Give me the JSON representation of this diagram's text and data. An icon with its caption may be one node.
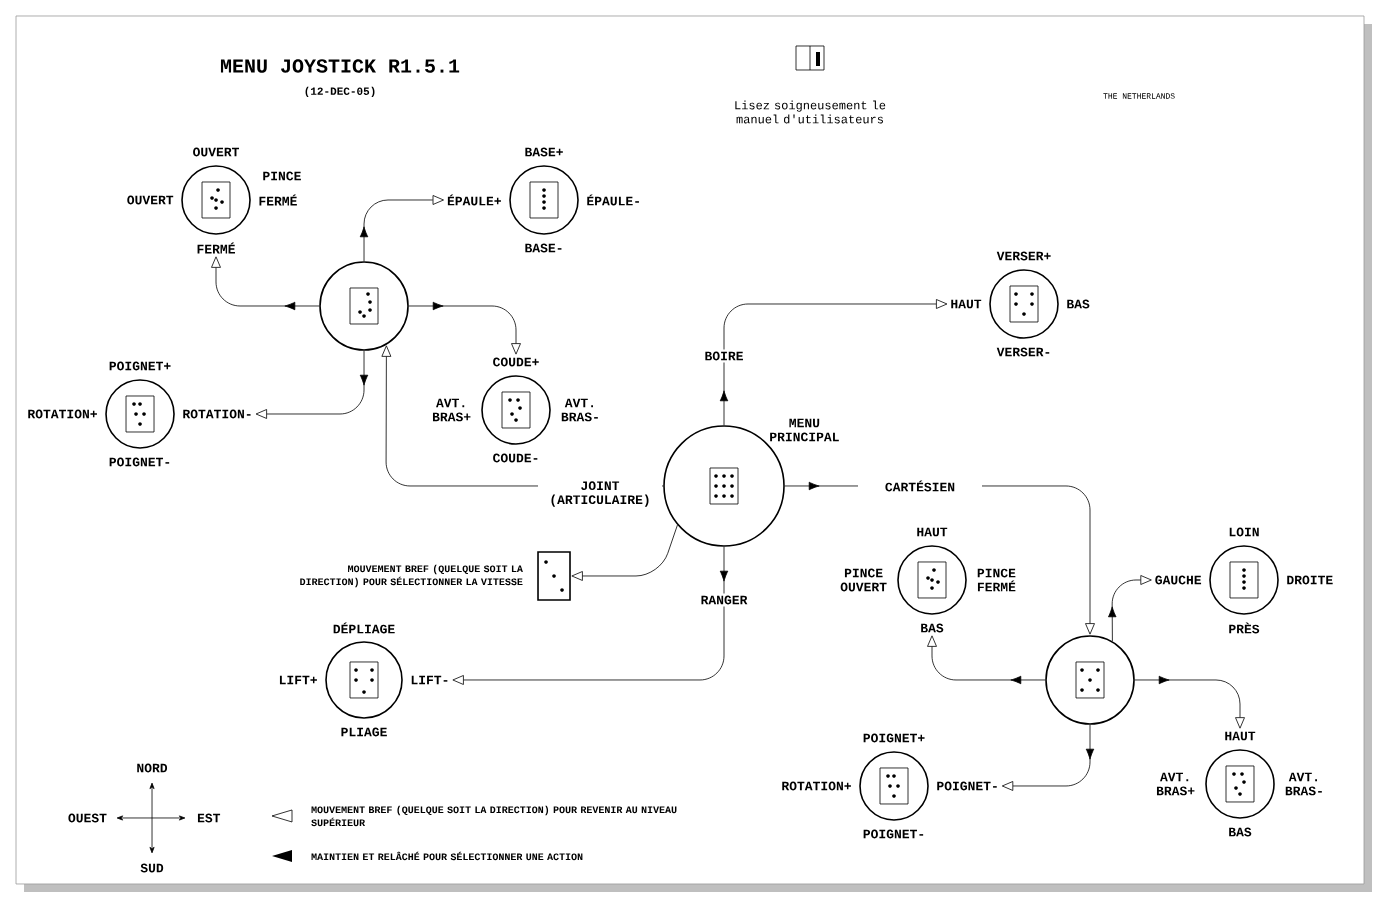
{
  "diagram": {
    "title": "MENU JOYSTICK R1.5.1",
    "nodes": [
      {
        "text": [
          "MENU PRINCIPAL"
        ]
      },
      {
        "text": [],
        "shape": "circle"
      },
      {
        "text": [
          "OUVERT",
          "PINCE",
          "OUVERT",
          "FERMÉ",
          "FERMÉ"
        ]
      },
      {
        "text": [
          "BASE+",
          "ÉPAULE+",
          "ÉPAULE-",
          "BASE-"
        ]
      },
      {
        "text": [
          "POIGNET+",
          "ROTATION+",
          "ROTATION-",
          "POIGNET-"
        ]
      },
      {
        "text": [
          "COUDE+",
          "AVT. BRAS+",
          "AVT. BRAS-",
          "COUDE-"
        ]
      },
      {
        "text": [
          "VERSER+",
          "HAUT",
          "BAS",
          "VERSER-"
        ]
      },
      {
        "text": [],
        "shape": "box",
        "beside": [
          "MOUVEMENT BREF (QUELQUE SOIT LA DIRECTION) POUR SÉLECTIONNER LA VITESSE"
        ]
      },
      {
        "text": [
          "DÉPLIAGE",
          "LIFT+",
          "LIFT-",
          "PLIAGE"
        ]
      },
      {
        "text": [],
        "shape": "circle"
      },
      {
        "text": [
          "HAUT",
          "PINCE OUVERT",
          "PINCE FERMÉ",
          "BAS"
        ]
      },
      {
        "text": [
          "LOIN",
          "GAUCHE",
          "DROITE",
          "PRÈS"
        ]
      },
      {
        "text": [
          "POIGNET+",
          "ROTATION+",
          "POIGNET-",
          "POIGNET-"
        ]
      },
      {
        "text": [
          "HAUT",
          "AVT. BRAS+",
          "AVT. BRAS-",
          "BAS"
        ]
      }
    ],
    "edges": [
      {
        "from": 0,
        "to": 1,
        "arrow": "to",
        "label": "JOINT (ARTICULAIRE)"
      },
      {
        "from": 1,
        "to": 2,
        "arrow": "to"
      },
      {
        "from": 1,
        "to": 3,
        "arrow": "to"
      },
      {
        "from": 1,
        "to": 4,
        "arrow": "to"
      },
      {
        "from": 1,
        "to": 5,
        "arrow": "to"
      },
      {
        "from": 0,
        "to": 6,
        "arrow": "to",
        "label": "BOIRE"
      },
      {
        "from": 0,
        "to": 9,
        "arrow": "to",
        "label": "CARTÉSIEN"
      },
      {
        "from": 0,
        "to": 8,
        "arrow": "to",
        "label": "RANGER"
      },
      {
        "from": 0,
        "to": 7,
        "arrow": "to"
      },
      {
        "from": 9,
        "to": 10,
        "arrow": "to"
      },
      {
        "from": 9,
        "to": 11,
        "arrow": "to"
      },
      {
        "from": 9,
        "to": 12,
        "arrow": "to"
      },
      {
        "from": 9,
        "to": 13,
        "arrow": "to"
      }
    ],
    "labels": [
      "(12-DEC-05)",
      "Lisez soigneusement le manuel d'utilisateurs",
      "THE NETHERLANDS",
      "NORD",
      "OUEST",
      "EST",
      "SUD"
    ],
    "legend": [
      {
        "text": "MOUVEMENT BREF (QUELQUE SOIT LA DIRECTION) POUR REVENIR AU NIVEAU SUPÉRIEUR"
      },
      {
        "text": "MAINTIEN ET RELÂCHÉ POUR SÉLECTIONNER UNE ACTION"
      }
    ]
  }
}
